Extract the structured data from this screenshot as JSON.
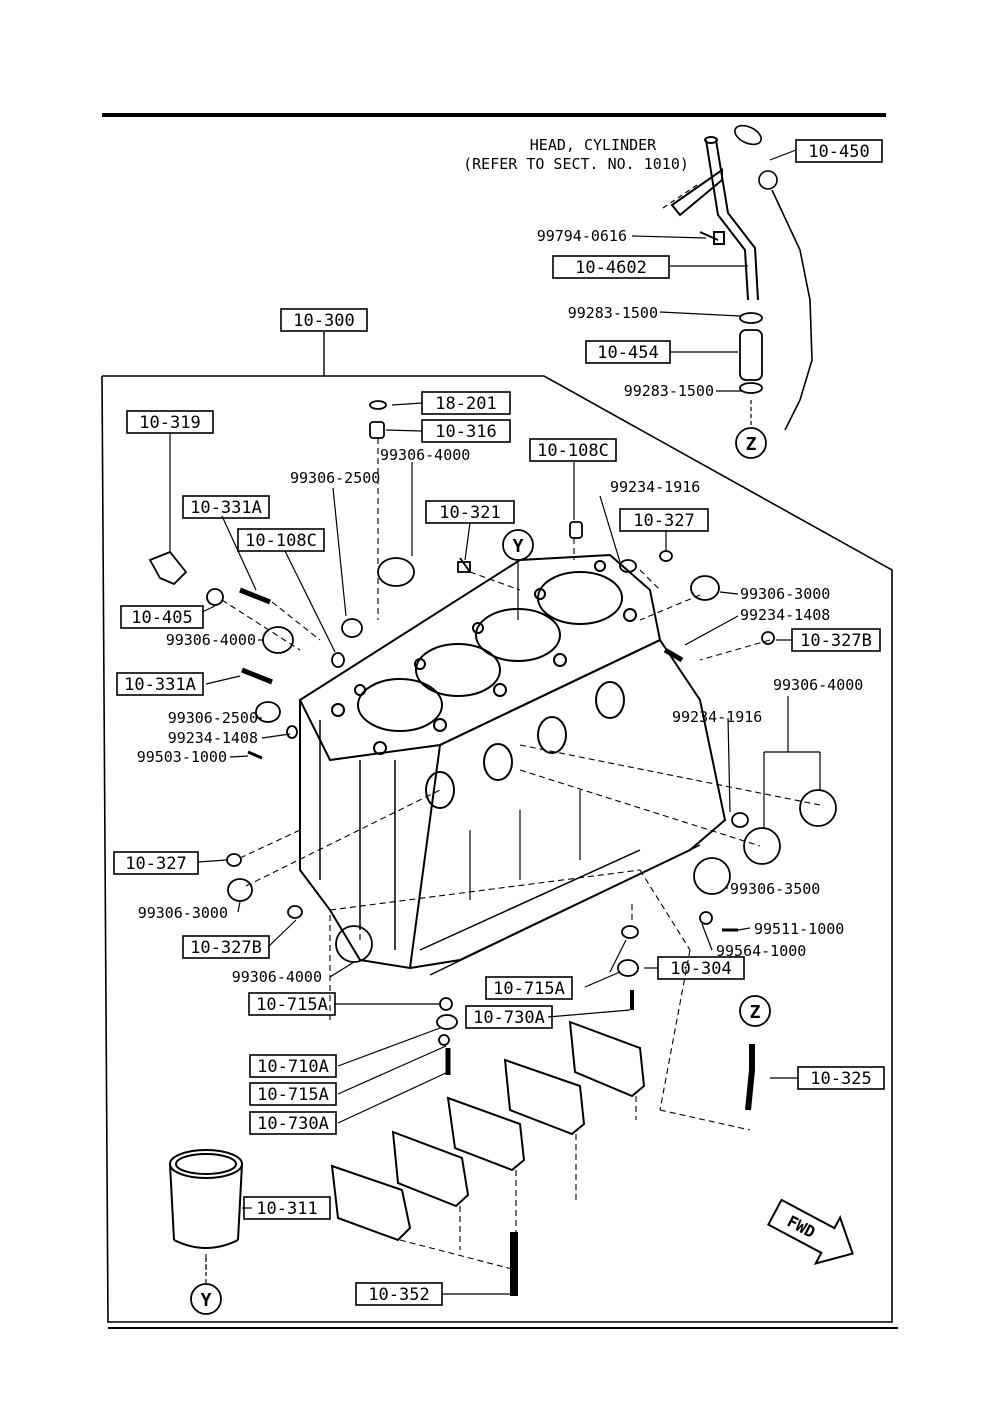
{
  "header": {
    "head_cylinder": "HEAD, CYLINDER",
    "refer_note": "(REFER TO SECT. NO. 1010)"
  },
  "boxed_parts": {
    "p10_450": "10-450",
    "p10_4602": "10-4602",
    "p10_454": "10-454",
    "p10_300": "10-300",
    "p18_201": "18-201",
    "p10_316": "10-316",
    "p10_319": "10-319",
    "p10_108C_a": "10-108C",
    "p10_108C_b": "10-108C",
    "p10_331A_a": "10-331A",
    "p10_331A_b": "10-331A",
    "p10_321": "10-321",
    "p10_327_a": "10-327",
    "p10_327_b": "10-327",
    "p10_327B_a": "10-327B",
    "p10_327B_b": "10-327B",
    "p10_405": "10-405",
    "p10_304": "10-304",
    "p10_715A_a": "10-715A",
    "p10_715A_b": "10-715A",
    "p10_715A_c": "10-715A",
    "p10_730A_a": "10-730A",
    "p10_730A_b": "10-730A",
    "p10_710A": "10-710A",
    "p10_325": "10-325",
    "p10_311": "10-311",
    "p10_352": "10-352"
  },
  "plain_parts": {
    "n99794_0616": "99794-0616",
    "n99283_1500_a": "99283-1500",
    "n99283_1500_b": "99283-1500",
    "n99306_4000_top": "99306-4000",
    "n99306_2500_top": "99306-2500",
    "n99234_1916_top": "99234-1916",
    "n99306_3000_right": "99306-3000",
    "n99234_1408_right": "99234-1408",
    "n99306_4000_left": "99306-4000",
    "n99306_4000_right": "99306-4000",
    "n99306_2500_left": "99306-2500",
    "n99234_1408_left": "99234-1408",
    "n99503_1000": "99503-1000",
    "n99234_1916_right": "99234-1916",
    "n99306_3000_left": "99306-3000",
    "n99306_3500": "99306-3500",
    "n99511_1000": "99511-1000",
    "n99564_1000": "99564-1000",
    "n99306_4000_bottom": "99306-4000"
  },
  "markers": {
    "z": "Z",
    "y": "Y",
    "fwd": "FWD"
  }
}
